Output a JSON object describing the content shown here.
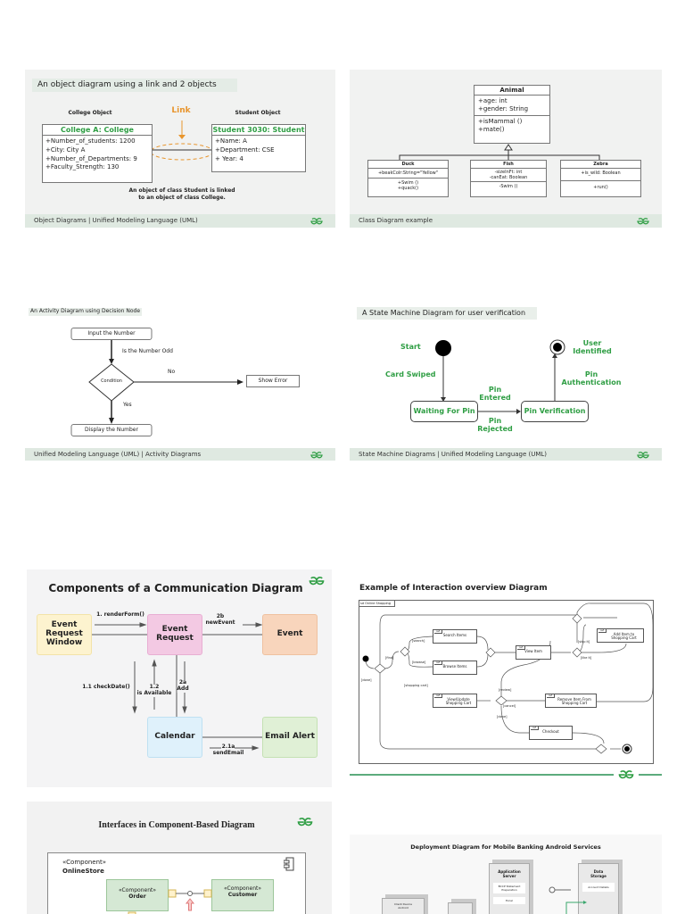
{
  "logo_text": "GfG",
  "colors": {
    "green": "#2f9e44",
    "orange": "#e8952d",
    "footer_band": "#dfe9e1"
  },
  "object_diagram": {
    "title": "An object diagram using a link and 2 objects",
    "college_label": "College Object",
    "link_label": "Link",
    "student_label": "Student Object",
    "college": {
      "header": "College A: College",
      "attrs": [
        "+Number_of_students: 1200",
        "+City: City A",
        "+Number_of_Departments: 9",
        "+Faculty_Strength: 130"
      ]
    },
    "student": {
      "header": "Student 3030: Student",
      "attrs": [
        "+Name: A",
        "+Department: CSE",
        "+ Year: 4"
      ]
    },
    "caption": [
      "An object of class Student is linked",
      "to an object of class College."
    ],
    "footer": "Object Diagrams | Unified Modeling Language (UML)"
  },
  "class_diagram": {
    "animal": {
      "name": "Animal",
      "attrs": [
        "+age: int",
        "+gender: String"
      ],
      "methods": [
        "+isMammal ()",
        "+mate()"
      ]
    },
    "duck": {
      "name": "Duck",
      "attrs": [
        "+beakColr:String=\"Yellow\""
      ],
      "methods": [
        "+Swim ()",
        "+quack()"
      ]
    },
    "fish": {
      "name": "Fish",
      "attrs": [
        "-sizeInFt: int",
        "-canEat: Boolean"
      ],
      "methods": [
        "-Swim ()"
      ]
    },
    "zebra": {
      "name": "Zebra",
      "attrs": [
        "+is_wild: Boolean"
      ],
      "methods": [
        "+run()"
      ]
    },
    "footer": "Class Diagram example"
  },
  "activity_diagram": {
    "title": "An Activity Diagram using Decision Node",
    "input": "Input the Number",
    "question": "Is the Number Odd",
    "condition": "Condition",
    "no": "No",
    "yes": "Yes",
    "show_error": "Show Error",
    "display": "Display the Number",
    "footer": "Unified Modeling Language (UML) | Activity Diagrams"
  },
  "state_diagram": {
    "title": "A State Machine Diagram for user verification",
    "start": "Start",
    "card_swiped": "Card Swiped",
    "waiting": "Waiting For Pin",
    "verification": "Pin Verification",
    "pin_entered": [
      "Pin",
      "Entered"
    ],
    "pin_rejected": [
      "Pin",
      "Rejected"
    ],
    "pin_auth": [
      "Pin",
      "Authentication"
    ],
    "user_identified": [
      "User",
      "Identified"
    ],
    "footer": "State Machine Diagrams | Unified Modeling Language (UML)"
  },
  "communication_diagram": {
    "title": "Components of a Communication Diagram",
    "nodes": {
      "window": "Event Request Window",
      "request": "Event Request",
      "event": "Event",
      "calendar": "Calendar",
      "email": "Email Alert"
    },
    "messages": {
      "render": "1. renderForm()",
      "new_event": [
        "2b",
        "newEvent"
      ],
      "check_date": "1.1 checkDate()",
      "available": [
        "1.2",
        "is Available"
      ],
      "add": [
        "2a",
        "Add"
      ],
      "send_email": [
        "2.1a",
        "sendEmail"
      ]
    },
    "colors": {
      "window": "#fdf3cf",
      "request": "#f3c9e3",
      "event": "#f8d5bc",
      "calendar": "#dff1fb",
      "email": "#e0f0d6"
    }
  },
  "interaction_overview": {
    "title": "Example of Interaction overview Diagram",
    "frame_label": "sd Online Shopping",
    "refs": {
      "search": "Search Items",
      "browse": "Browse Items",
      "view": "View Item",
      "add": "Add Item to Shopping Cart",
      "cart": "View/Update Shopping Cart",
      "remove": "Remove Item From Shopping Cart",
      "checkout": "Checkout"
    },
    "guards": {
      "find": "[find]",
      "search": "[search]",
      "browse": "[browse]",
      "done1": "[done]",
      "shopping_cart": "[shopping cart]",
      "review": "[review]",
      "cancel": "[cancel]",
      "done2": "[done]",
      "skip": "[skip it]",
      "like": "[like it]"
    }
  },
  "component_diagram": {
    "title": "Interfaces in Component-Based Diagram",
    "stereotype": "«Component»",
    "store": "OnlineStore",
    "order": "Order",
    "customer": "Customer"
  },
  "deployment_diagram": {
    "title": "Deployment Diagram for Mobile Banking Android Services",
    "app_server": "Application Server",
    "app_items": [
      "BCCP Statement Preparation",
      "Excel"
    ],
    "data_storage": "Data Storage",
    "storage_items": [
      "Account Details"
    ],
    "client": "Client Device Android"
  }
}
